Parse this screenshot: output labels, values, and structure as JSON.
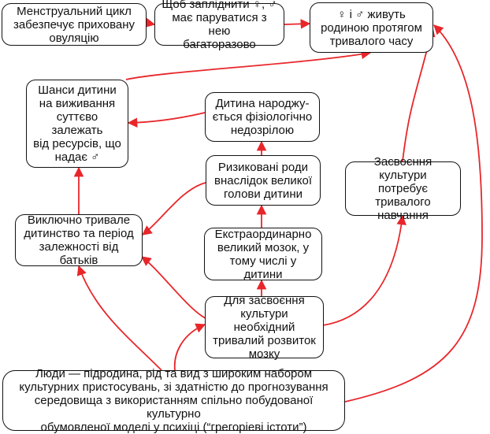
{
  "nodes": {
    "menstrual": "Менструальний цикл\nзабезпечує приховану\nовуляцію",
    "mate": "Щоб запліднити ♀, ♂\nмає паруватися з нею\nбагаторазово",
    "live_long": "♀ і ♂ живуть\nродиною протягом\nтривалого  часу",
    "survival": "Шанси дитини\nна виживання\nсуттєво залежать\nвід ресурсів, що\nнадає ♂",
    "immature": "Дитина народжу-\nється фізіологічно\nнедозрілою",
    "risky_birth": "Ризиковані роди\nвнаслідок великої\nголови дитини",
    "culture_learning": "Засвоєння культури\nпотребує тривалого\nнавчання",
    "big_brain": "Екстраординарно\nвеликий мозок, у\nтому числі у дитини",
    "long_childhood": "Виключно тривале\nдитинство та період\nзалежності від батьків",
    "brain_dev": "Для засвоєння\nкультури необхідний\nтривалий розвиток\nмозку",
    "humans": "Люди — підродина, рід та вид з широким набором\nкультурних пристосувань, зі здатністю до  прогнозування\nсередовища з використанням спільно побудованої культурно\nобумовленої моделі у психіці (“грегоріеві істоти”)"
  },
  "colors": {
    "arrow": "#e8262a",
    "border": "#111111"
  }
}
